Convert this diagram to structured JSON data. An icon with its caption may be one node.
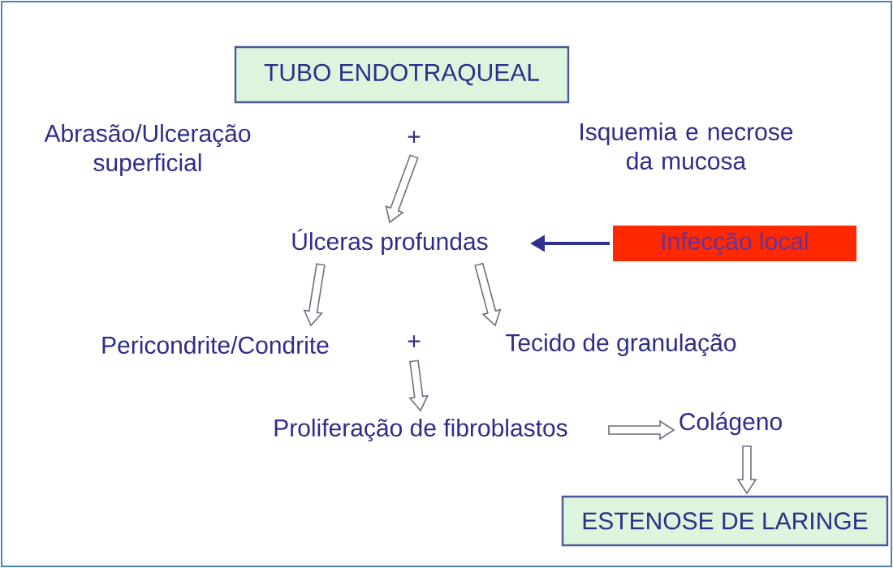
{
  "diagram": {
    "nodes": [
      {
        "text": [
          "TUBO ENDOTRAQUEAL"
        ]
      },
      {
        "text": [
          "Abrasão/Ulceração superficial"
        ]
      },
      {
        "text": [
          "+"
        ]
      },
      {
        "text": [
          "Isquemia e necrose da mucosa"
        ]
      },
      {
        "text": [
          "Úlceras profundas"
        ]
      },
      {
        "text": [
          "Infecção local"
        ]
      },
      {
        "text": [
          "Pericondrite/Condrite"
        ]
      },
      {
        "text": [
          "+"
        ]
      },
      {
        "text": [
          "Tecido de granulação"
        ]
      },
      {
        "text": [
          "Proliferação de fibroblastos"
        ]
      },
      {
        "text": [
          "Colágeno"
        ]
      },
      {
        "text": [
          "ESTENOSE DE LARINGE"
        ]
      }
    ],
    "edges": [
      {
        "from": 2,
        "to": 4,
        "arrow": "to"
      },
      {
        "from": 5,
        "to": 4,
        "arrow": "to",
        "color": "#2e3192"
      },
      {
        "from": 4,
        "to": 6,
        "arrow": "to"
      },
      {
        "from": 4,
        "to": 8,
        "arrow": "to"
      },
      {
        "from": 7,
        "to": 9,
        "arrow": "to"
      },
      {
        "from": 9,
        "to": 10,
        "arrow": "to"
      },
      {
        "from": 10,
        "to": 11,
        "arrow": "to"
      }
    ]
  }
}
